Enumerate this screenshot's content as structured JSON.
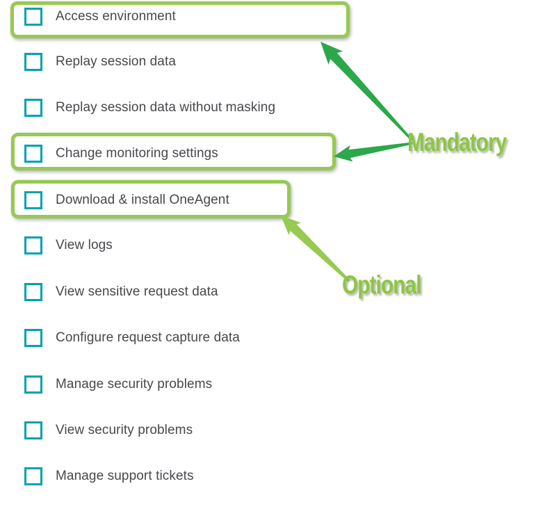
{
  "checklist": {
    "items": [
      {
        "label": "Access environment",
        "checked": false,
        "highlight": "mandatory"
      },
      {
        "label": "Replay session data",
        "checked": false,
        "highlight": null
      },
      {
        "label": "Replay session data without masking",
        "checked": false,
        "highlight": null
      },
      {
        "label": "Change monitoring settings",
        "checked": false,
        "highlight": "mandatory"
      },
      {
        "label": "Download & install OneAgent",
        "checked": false,
        "highlight": "optional"
      },
      {
        "label": "View logs",
        "checked": false,
        "highlight": null
      },
      {
        "label": "View sensitive request data",
        "checked": false,
        "highlight": null
      },
      {
        "label": "Configure request capture data",
        "checked": false,
        "highlight": null
      },
      {
        "label": "Manage security problems",
        "checked": false,
        "highlight": null
      },
      {
        "label": "View security problems",
        "checked": false,
        "highlight": null
      },
      {
        "label": "Manage support tickets",
        "checked": false,
        "highlight": null
      }
    ]
  },
  "annotations": {
    "mandatory_label": "Mandatory",
    "optional_label": "Optional",
    "mandatory_targets": [
      "Access environment",
      "Change monitoring settings"
    ],
    "optional_targets": [
      "Download & install OneAgent"
    ]
  },
  "colors": {
    "checkbox_border": "#00a1b0",
    "item_text": "#46484c",
    "highlight_box_border": "#96ca50",
    "annotation_text": "#8dc63f",
    "mandatory_arrow": "#2aa84a",
    "optional_arrow": "#96ca50",
    "background": "#ffffff"
  }
}
